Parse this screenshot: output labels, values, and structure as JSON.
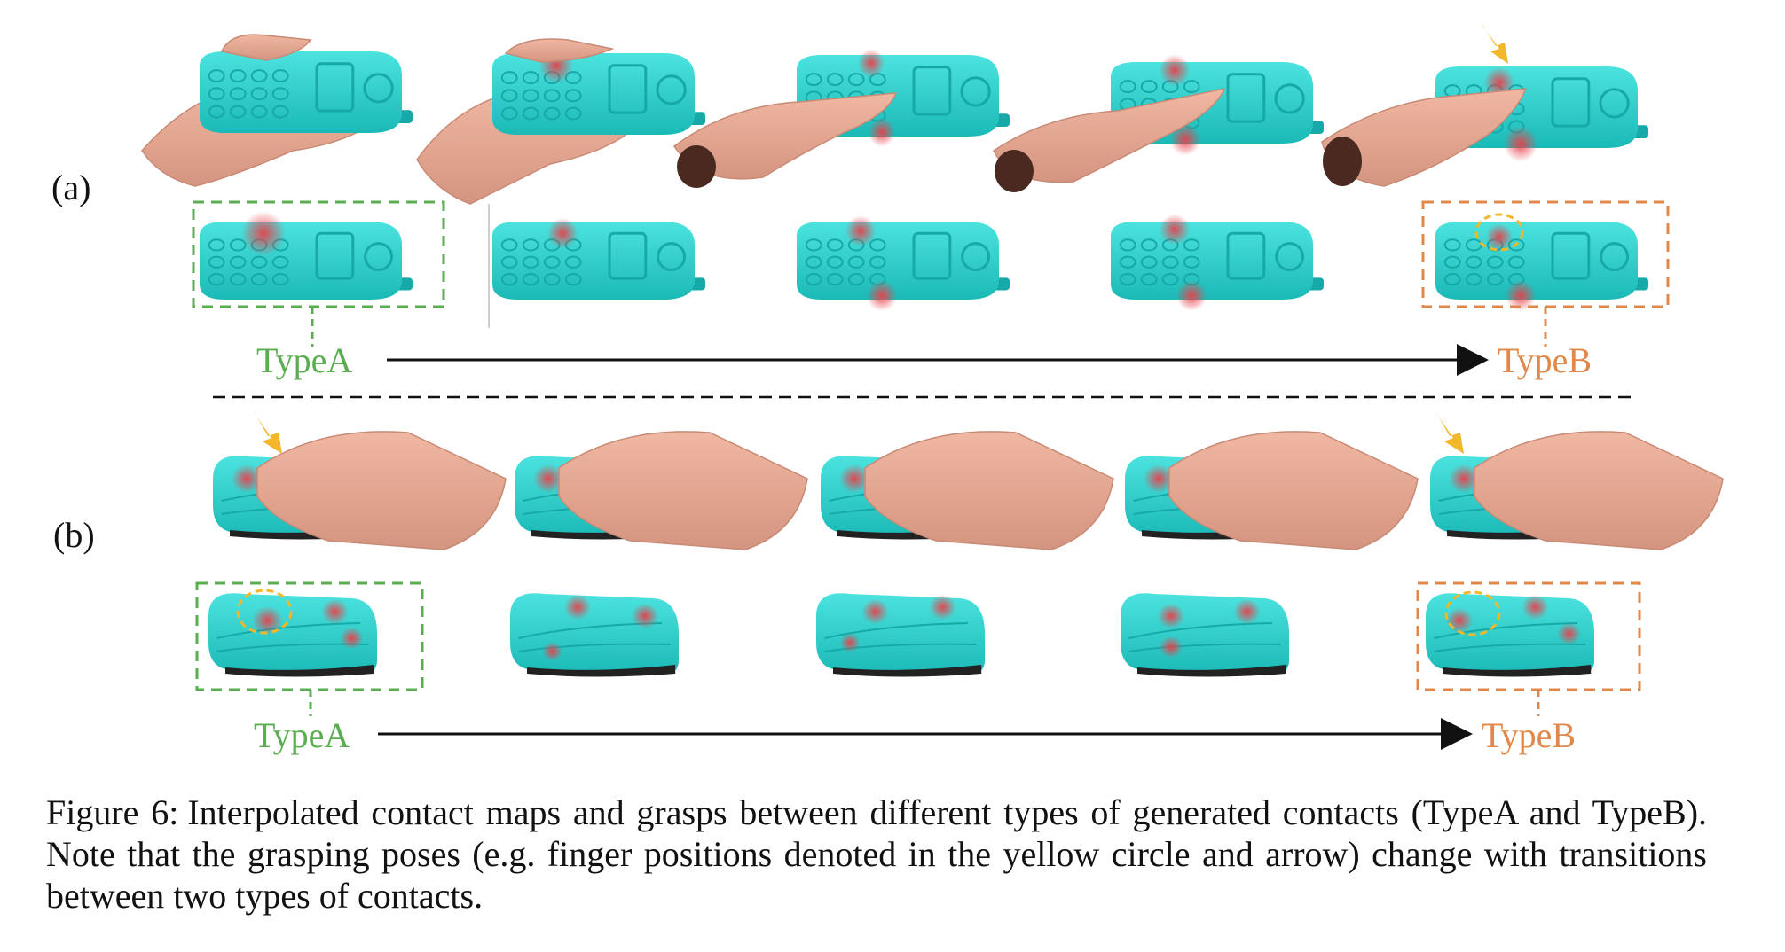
{
  "figure": {
    "panel_a_label": "(a)",
    "panel_b_label": "(b)",
    "panel_a": {
      "start_type": "TypeA",
      "end_type": "TypeB",
      "num_steps": 5
    },
    "panel_b": {
      "start_type": "TypeA",
      "end_type": "TypeB",
      "num_steps": 5
    }
  },
  "colors": {
    "typeA": "#5aae50",
    "typeB": "#e0894a",
    "object": "#2fd6d3",
    "object_dark": "#16a9a8",
    "contact": "#e8414b",
    "hand": "#e9a890",
    "hand_dark": "#c98a75",
    "highlight": "#f3b72b"
  },
  "caption": {
    "label": "Figure 6:",
    "text": "Interpolated contact maps and grasps between different types of generated contacts (TypeA and TypeB). Note that the grasping poses (e.g. finger positions denoted in the yellow circle and arrow) change with transitions between two types of contacts."
  }
}
